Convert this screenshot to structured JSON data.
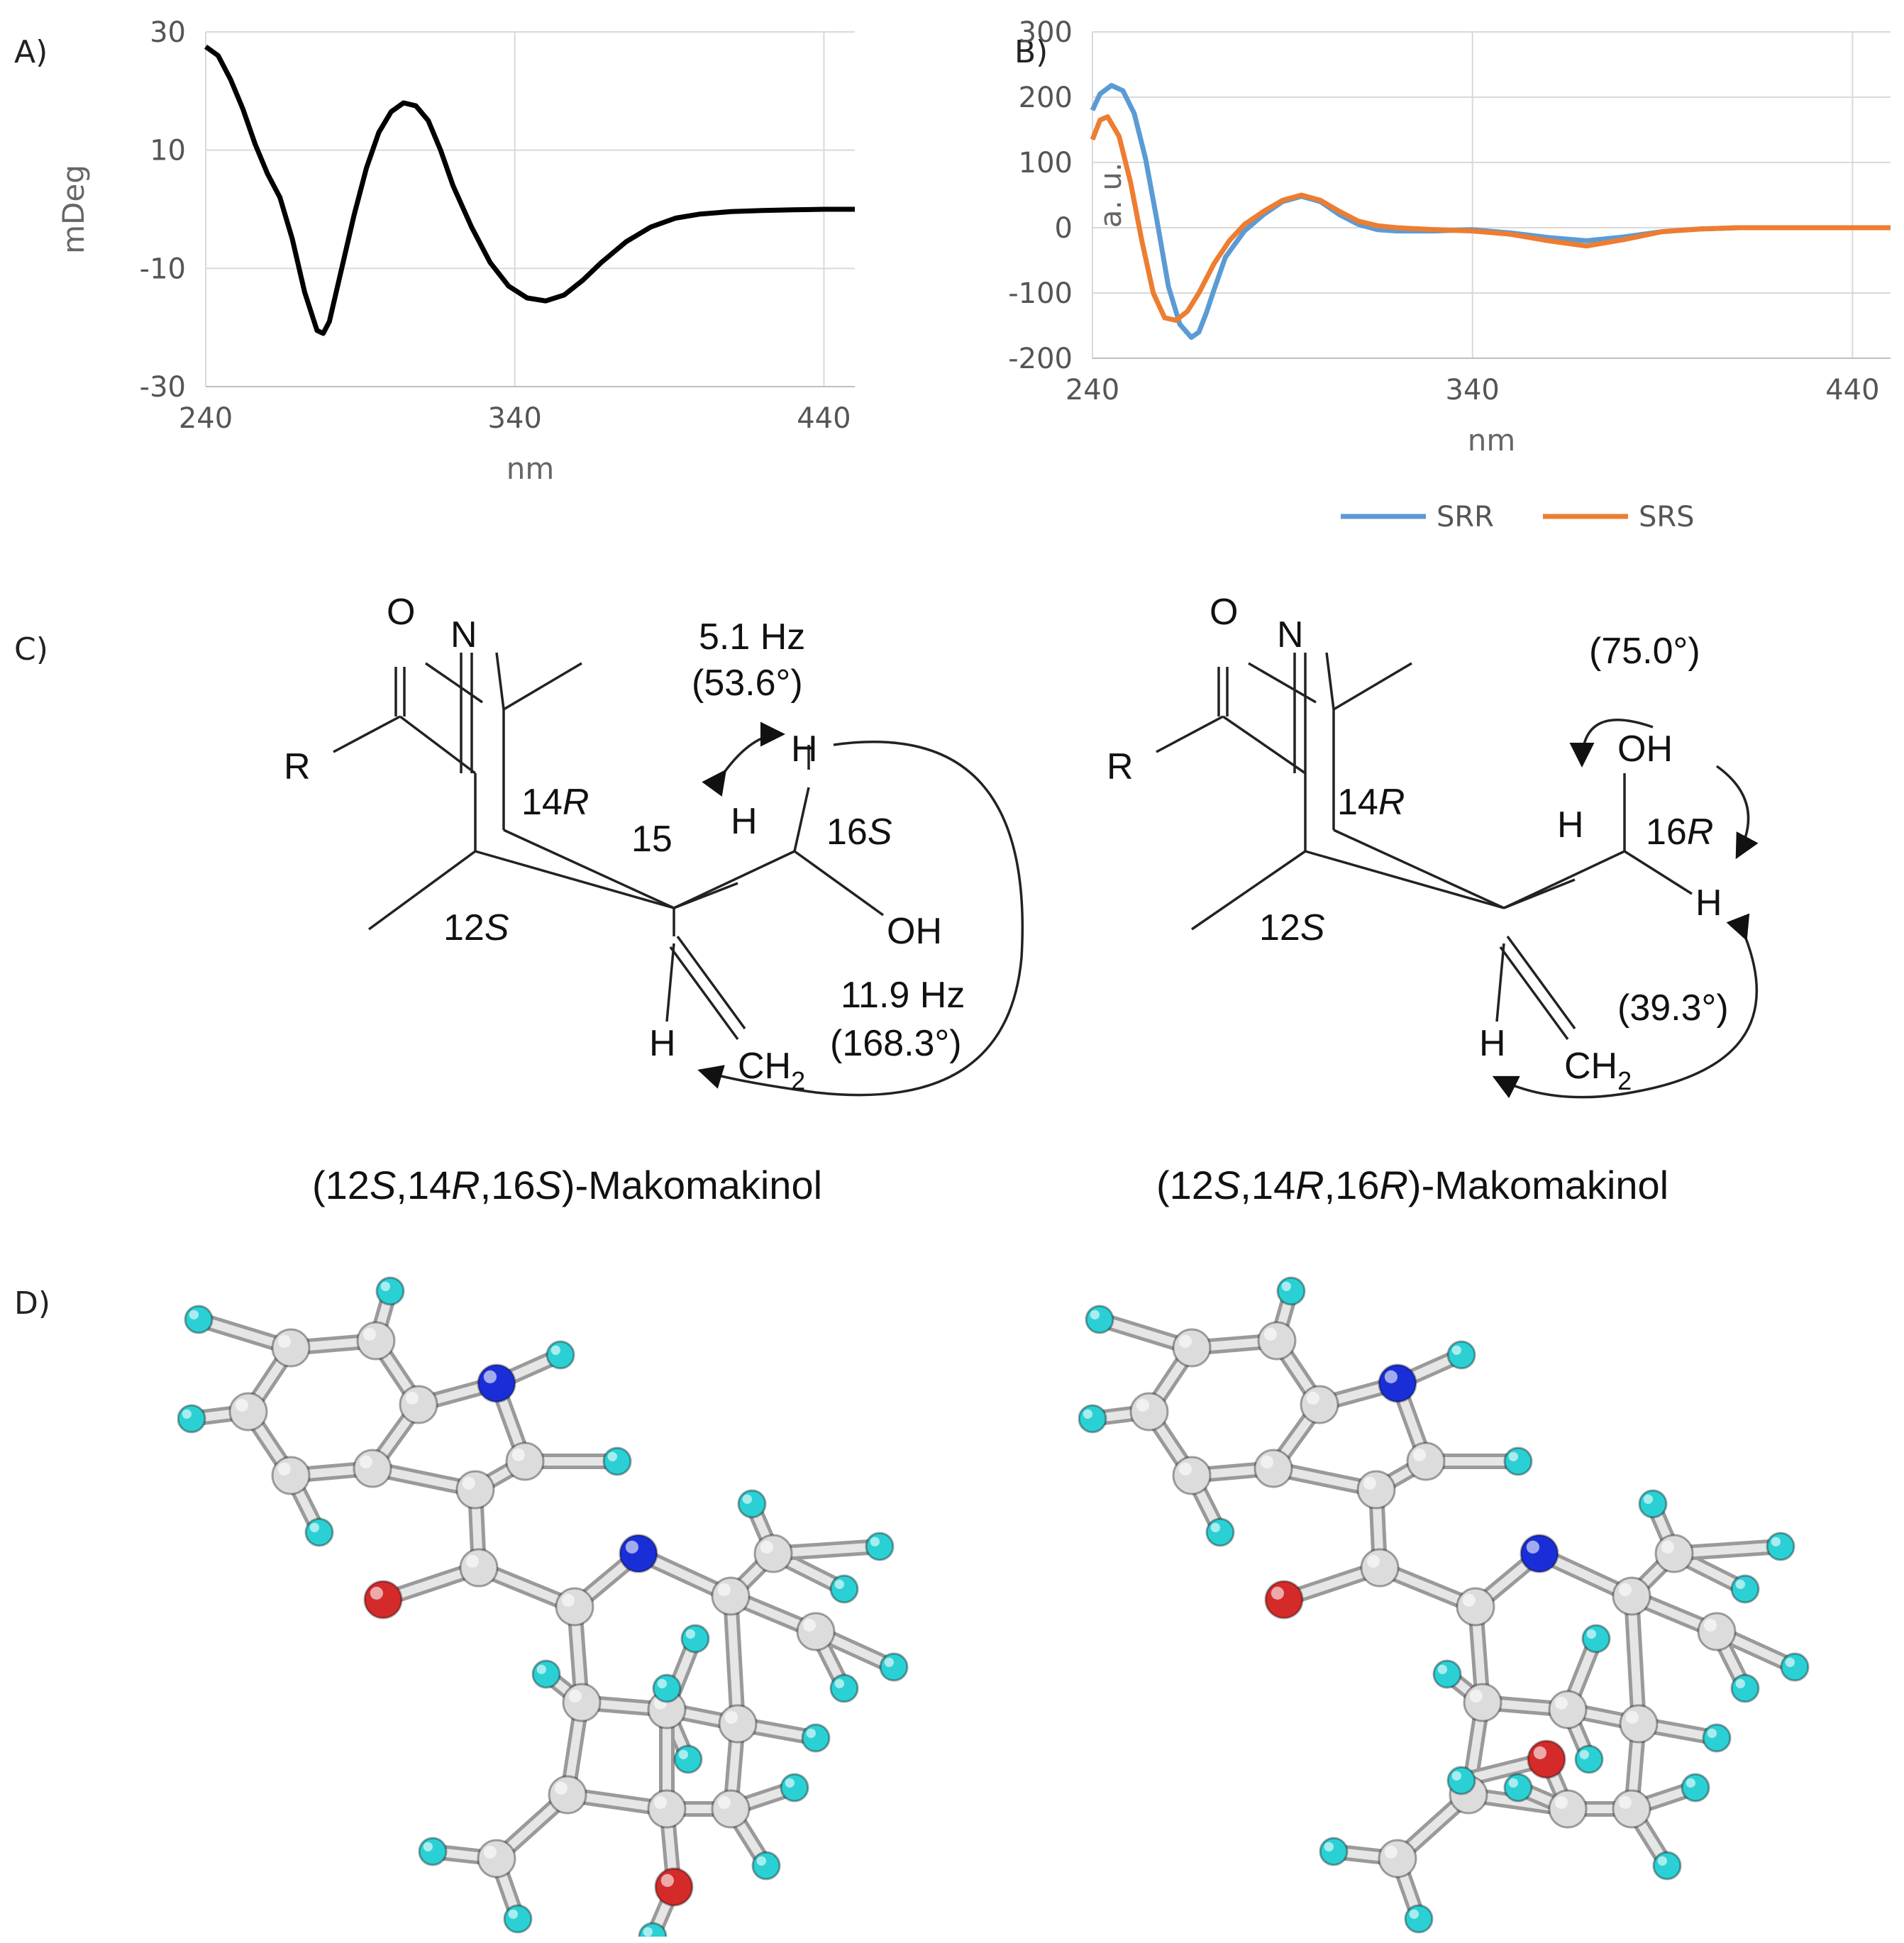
{
  "panels": {
    "a": "A)",
    "b": "B)",
    "c": "C)",
    "d": "D)"
  },
  "chart_data": [
    {
      "type": "line",
      "xlabel": "nm",
      "ylabel": "mDeg",
      "xlim": [
        240,
        450
      ],
      "ylim": [
        -30,
        30
      ],
      "xticks": [
        240,
        340,
        440
      ],
      "yticks": [
        -30,
        -10,
        10,
        30
      ],
      "grid": true,
      "series": [
        {
          "color": "#000000",
          "x": [
            240,
            244,
            248,
            252,
            256,
            260,
            264,
            268,
            272,
            276,
            278,
            280,
            284,
            288,
            292,
            296,
            300,
            304,
            308,
            312,
            316,
            320,
            326,
            332,
            338,
            344,
            350,
            356,
            362,
            368,
            376,
            384,
            392,
            400,
            410,
            420,
            430,
            440,
            450
          ],
          "y": [
            27.5,
            26,
            22,
            17,
            11,
            6,
            2,
            -5,
            -14,
            -20.5,
            -21,
            -19,
            -10,
            -1,
            7,
            13,
            16.5,
            18,
            17.5,
            15,
            10,
            4,
            -3,
            -9,
            -13,
            -15,
            -15.5,
            -14.5,
            -12,
            -9,
            -5.5,
            -3,
            -1.5,
            -0.8,
            -0.4,
            -0.2,
            -0.1,
            0,
            0
          ]
        }
      ]
    },
    {
      "type": "line",
      "xlabel": "nm",
      "ylabel": "a. u.",
      "xlim": [
        240,
        450
      ],
      "ylim": [
        -200,
        300
      ],
      "xticks": [
        240,
        340,
        440
      ],
      "yticks": [
        -200,
        -100,
        0,
        100,
        200,
        300
      ],
      "grid": true,
      "legend": "bottom",
      "series": [
        {
          "name": "SRR",
          "color": "#5B9BD5",
          "x": [
            240,
            242,
            245,
            248,
            251,
            254,
            257,
            260,
            263,
            266,
            268,
            270,
            272,
            275,
            280,
            285,
            290,
            295,
            300,
            305,
            310,
            315,
            320,
            330,
            340,
            350,
            360,
            370,
            380,
            390,
            400,
            410,
            420,
            430,
            440,
            450
          ],
          "y": [
            180,
            205,
            218,
            210,
            175,
            105,
            10,
            -90,
            -148,
            -168,
            -160,
            -130,
            -95,
            -45,
            -5,
            20,
            40,
            48,
            40,
            20,
            5,
            -3,
            -5,
            -5,
            -3,
            -8,
            -15,
            -20,
            -14,
            -6,
            -2,
            0,
            0,
            0,
            0,
            0
          ]
        },
        {
          "name": "SRS",
          "color": "#ED7D31",
          "x": [
            240,
            242,
            244,
            247,
            250,
            253,
            256,
            259,
            262,
            265,
            268,
            272,
            276,
            280,
            285,
            290,
            295,
            300,
            305,
            310,
            315,
            320,
            330,
            340,
            350,
            360,
            370,
            380,
            390,
            400,
            410,
            420,
            430,
            440,
            450
          ],
          "y": [
            135,
            165,
            170,
            140,
            70,
            -20,
            -100,
            -138,
            -142,
            -128,
            -100,
            -55,
            -20,
            5,
            25,
            42,
            50,
            42,
            25,
            10,
            3,
            0,
            -3,
            -5,
            -10,
            -20,
            -28,
            -18,
            -6,
            -2,
            0,
            0,
            0,
            0,
            0
          ]
        }
      ]
    }
  ],
  "structures": [
    {
      "atoms": {
        "o": "O",
        "n": "N",
        "r": "R",
        "h_top": "H",
        "h_mid": "H",
        "oh": "OH",
        "h_low": "H",
        "ch": "CH",
        "sub2": "2"
      },
      "labels": {
        "c12_num": "12",
        "c12_s": "S",
        "c14_num": "14",
        "c14_r": "R",
        "c15": "15",
        "c16_num": "16",
        "c16_s": "S"
      },
      "couplings": {
        "j1": "5.1 Hz",
        "a1": "(53.6°)",
        "j2": "11.9 Hz",
        "a2": "(168.3°)"
      },
      "name_parts": [
        "(12",
        "S",
        ",14",
        "R",
        ",16",
        "S",
        ")-Makomakinol"
      ]
    },
    {
      "atoms": {
        "o": "O",
        "n": "N",
        "r": "R",
        "oh": "OH",
        "h_mid": "H",
        "h_right": "H",
        "h_low": "H",
        "ch": "CH",
        "sub2": "2"
      },
      "labels": {
        "c12_num": "12",
        "c12_s": "S",
        "c14_num": "14",
        "c14_r": "R",
        "c16_num": "16",
        "c16_r": "R"
      },
      "couplings": {
        "a1": "(75.0°)",
        "a2": "(39.3°)"
      },
      "name_parts": [
        "(12",
        "S",
        ",14",
        "R",
        ",16",
        "R",
        ")-Makomakinol"
      ]
    }
  ],
  "colors": {
    "carbon": "#dcdcdc",
    "hydrogen": "#2ad0d4",
    "nitrogen": "#1a2ed8",
    "oxygen": "#d42a2a"
  }
}
